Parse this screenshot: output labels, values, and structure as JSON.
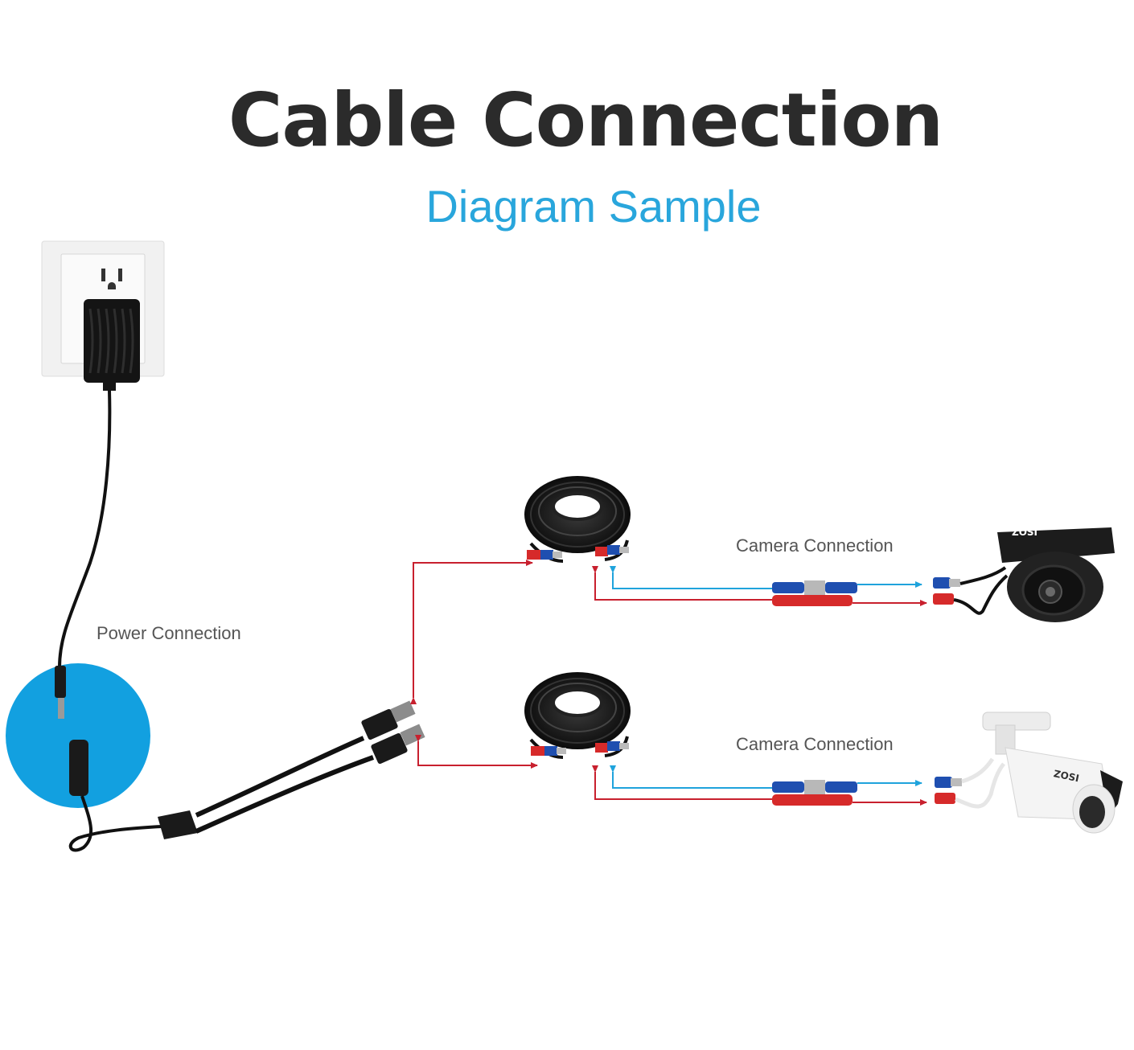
{
  "header": {
    "title": "Cable Connection",
    "subtitle": "Diagram Sample"
  },
  "labels": {
    "power": "Power Connection",
    "camera_top": "Camera Connection",
    "camera_bottom": "Camera Connection"
  },
  "camera_brand": "ZOSI",
  "colors": {
    "title": "#2b2b2b",
    "subtitle": "#29a6dc",
    "highlight_circle": "#12a0e0",
    "power_arrow": "#c8202e",
    "video_arrow": "#1fa3dc",
    "cable": "#111111",
    "bnc_blue": "#1f4fb0",
    "power_red": "#d62a2a"
  },
  "icons": [
    "wall-outlet-icon",
    "power-adapter-icon",
    "splitter-cable-icon",
    "bnc-cable-coil-icon",
    "dome-camera-icon",
    "bullet-camera-icon"
  ]
}
